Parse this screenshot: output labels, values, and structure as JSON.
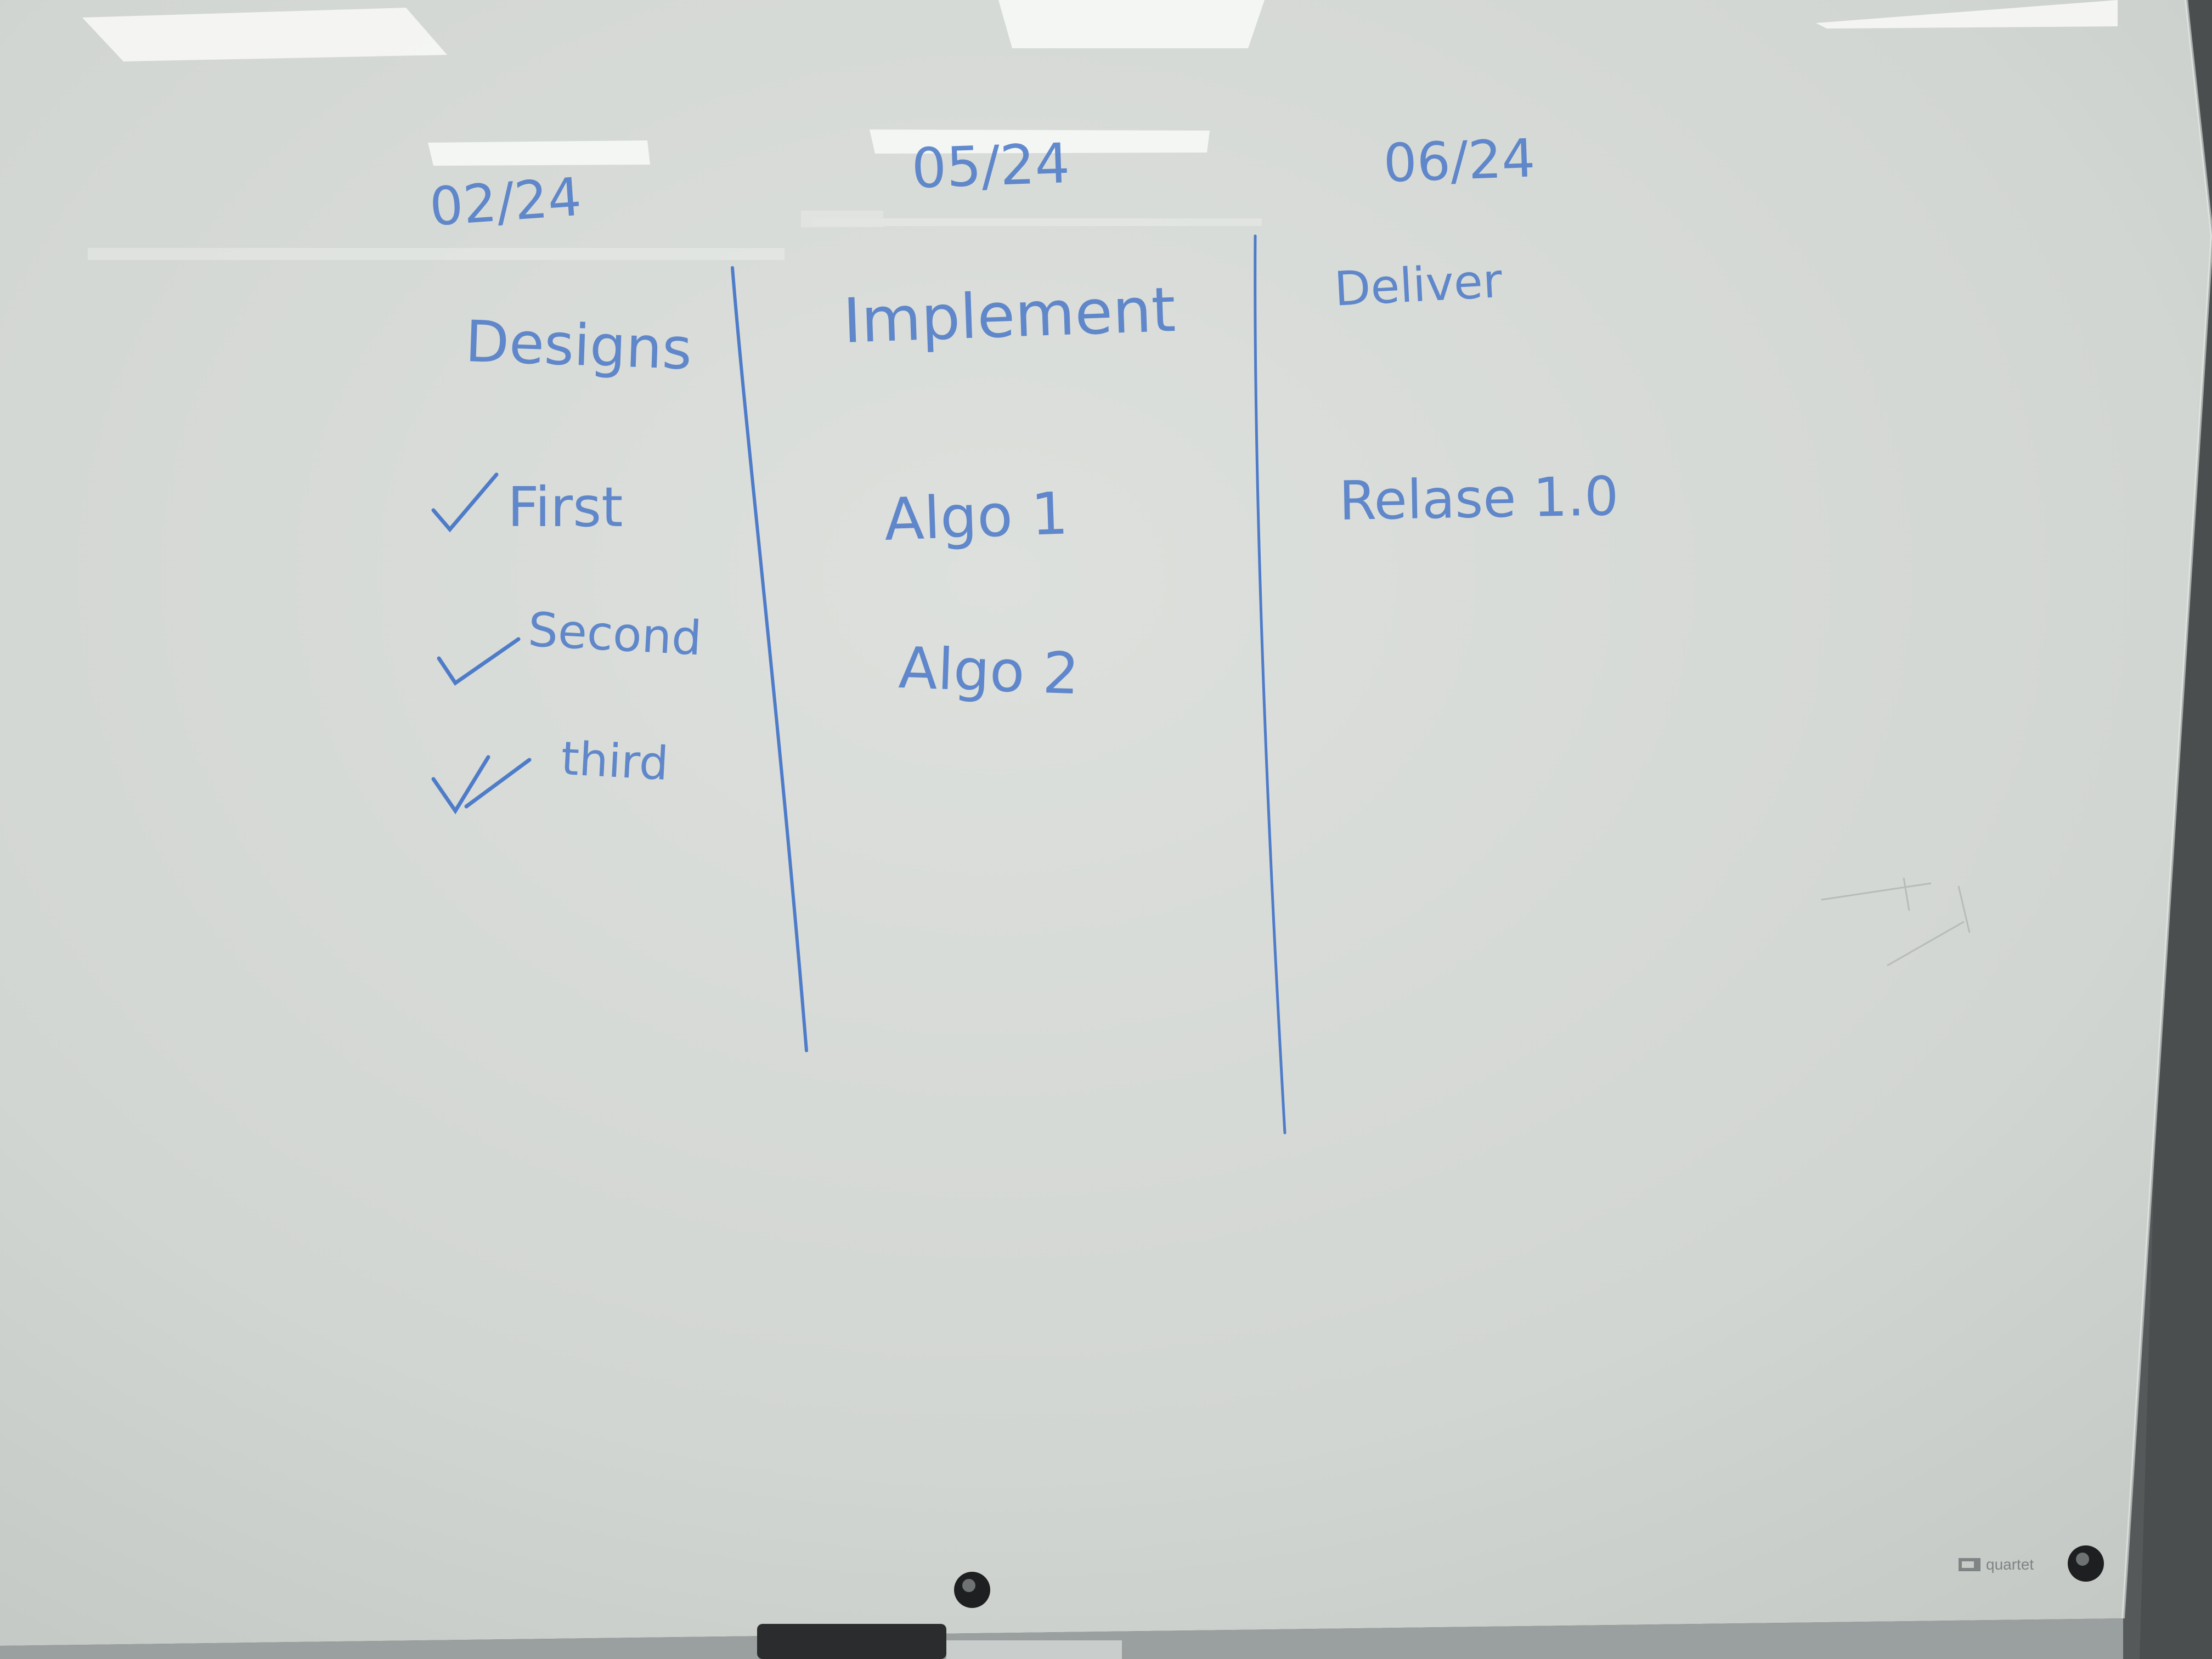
{
  "whiteboard": {
    "columns": [
      {
        "date": "02/24",
        "heading": "Designs",
        "items": [
          {
            "label": "First",
            "checked": true
          },
          {
            "label": "Second",
            "checked": true
          },
          {
            "label": "third",
            "checked": true
          }
        ]
      },
      {
        "date": "05/24",
        "heading": "Implement",
        "items": [
          {
            "label": "Algo 1"
          },
          {
            "label": "Algo 2"
          }
        ]
      },
      {
        "date": "06/24",
        "heading": "Deliver",
        "items": [
          {
            "label": "Relase 1.0"
          }
        ]
      }
    ],
    "brand": "quartet",
    "ink_color": "#4f7cc9",
    "board_color": "#d9dcd8",
    "frame_color": "#5a5f5f"
  }
}
